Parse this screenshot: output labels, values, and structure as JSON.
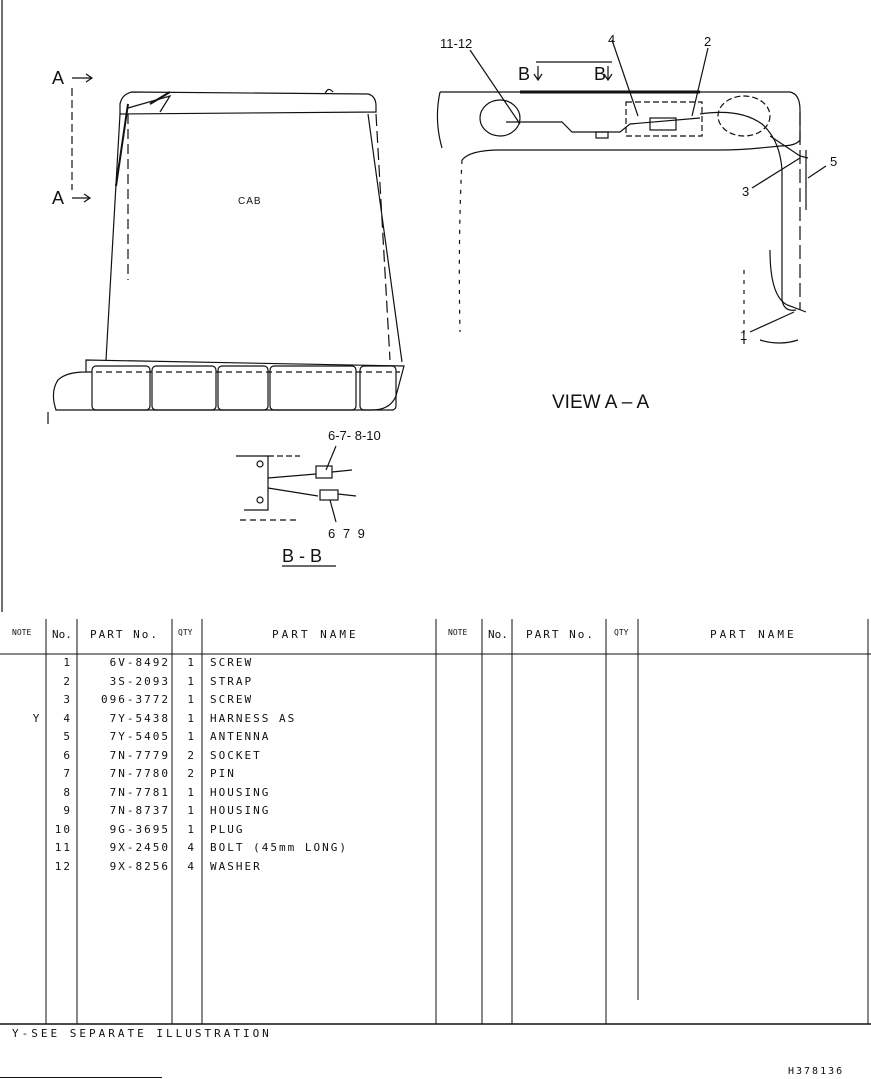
{
  "drawing": {
    "labels": {
      "a_top": "A",
      "a_bottom": "A",
      "cab": "CAB",
      "callout_11_12": "11-12",
      "callout_4": "4",
      "callout_2": "2",
      "b_left": "B",
      "b_right": "B",
      "callout_5": "5",
      "callout_3": "3",
      "callout_1": "1",
      "view_title": "VIEW A – A",
      "callout_6_7_8_10": "6-7- 8-10",
      "callout_6_7_9": "6 7 9",
      "section_title": "B - B"
    }
  },
  "table": {
    "left_headers": {
      "note": "NOTE",
      "no": "No.",
      "part_no": "PART No.",
      "qty": "QTY",
      "part_name": "PART NAME"
    },
    "right_headers": {
      "note": "NOTE",
      "no": "No.",
      "part_no": "PART No.",
      "qty": "QTY",
      "part_name": "PART NAME"
    },
    "rows": [
      {
        "note": "",
        "no": "1",
        "part_no": "6V-8492",
        "qty": "1",
        "name": "SCREW"
      },
      {
        "note": "",
        "no": "2",
        "part_no": "3S-2093",
        "qty": "1",
        "name": "STRAP"
      },
      {
        "note": "",
        "no": "3",
        "part_no": "096-3772",
        "qty": "1",
        "name": "SCREW"
      },
      {
        "note": "Y",
        "no": "4",
        "part_no": "7Y-5438",
        "qty": "1",
        "name": "HARNESS AS"
      },
      {
        "note": "",
        "no": "5",
        "part_no": "7Y-5405",
        "qty": "1",
        "name": "ANTENNA"
      },
      {
        "note": "",
        "no": "6",
        "part_no": "7N-7779",
        "qty": "2",
        "name": "SOCKET"
      },
      {
        "note": "",
        "no": "7",
        "part_no": "7N-7780",
        "qty": "2",
        "name": "PIN"
      },
      {
        "note": "",
        "no": "8",
        "part_no": "7N-7781",
        "qty": "1",
        "name": "HOUSING"
      },
      {
        "note": "",
        "no": "9",
        "part_no": "7N-8737",
        "qty": "1",
        "name": "HOUSING"
      },
      {
        "note": "",
        "no": "10",
        "part_no": "9G-3695",
        "qty": "1",
        "name": "PLUG"
      },
      {
        "note": "",
        "no": "11",
        "part_no": "9X-2450",
        "qty": "4",
        "name": "BOLT (45mm LONG)"
      },
      {
        "note": "",
        "no": "12",
        "part_no": "9X-8256",
        "qty": "4",
        "name": "WASHER"
      }
    ]
  },
  "footer": {
    "note": "Y-SEE SEPARATE ILLUSTRATION",
    "ref": "H378136"
  }
}
